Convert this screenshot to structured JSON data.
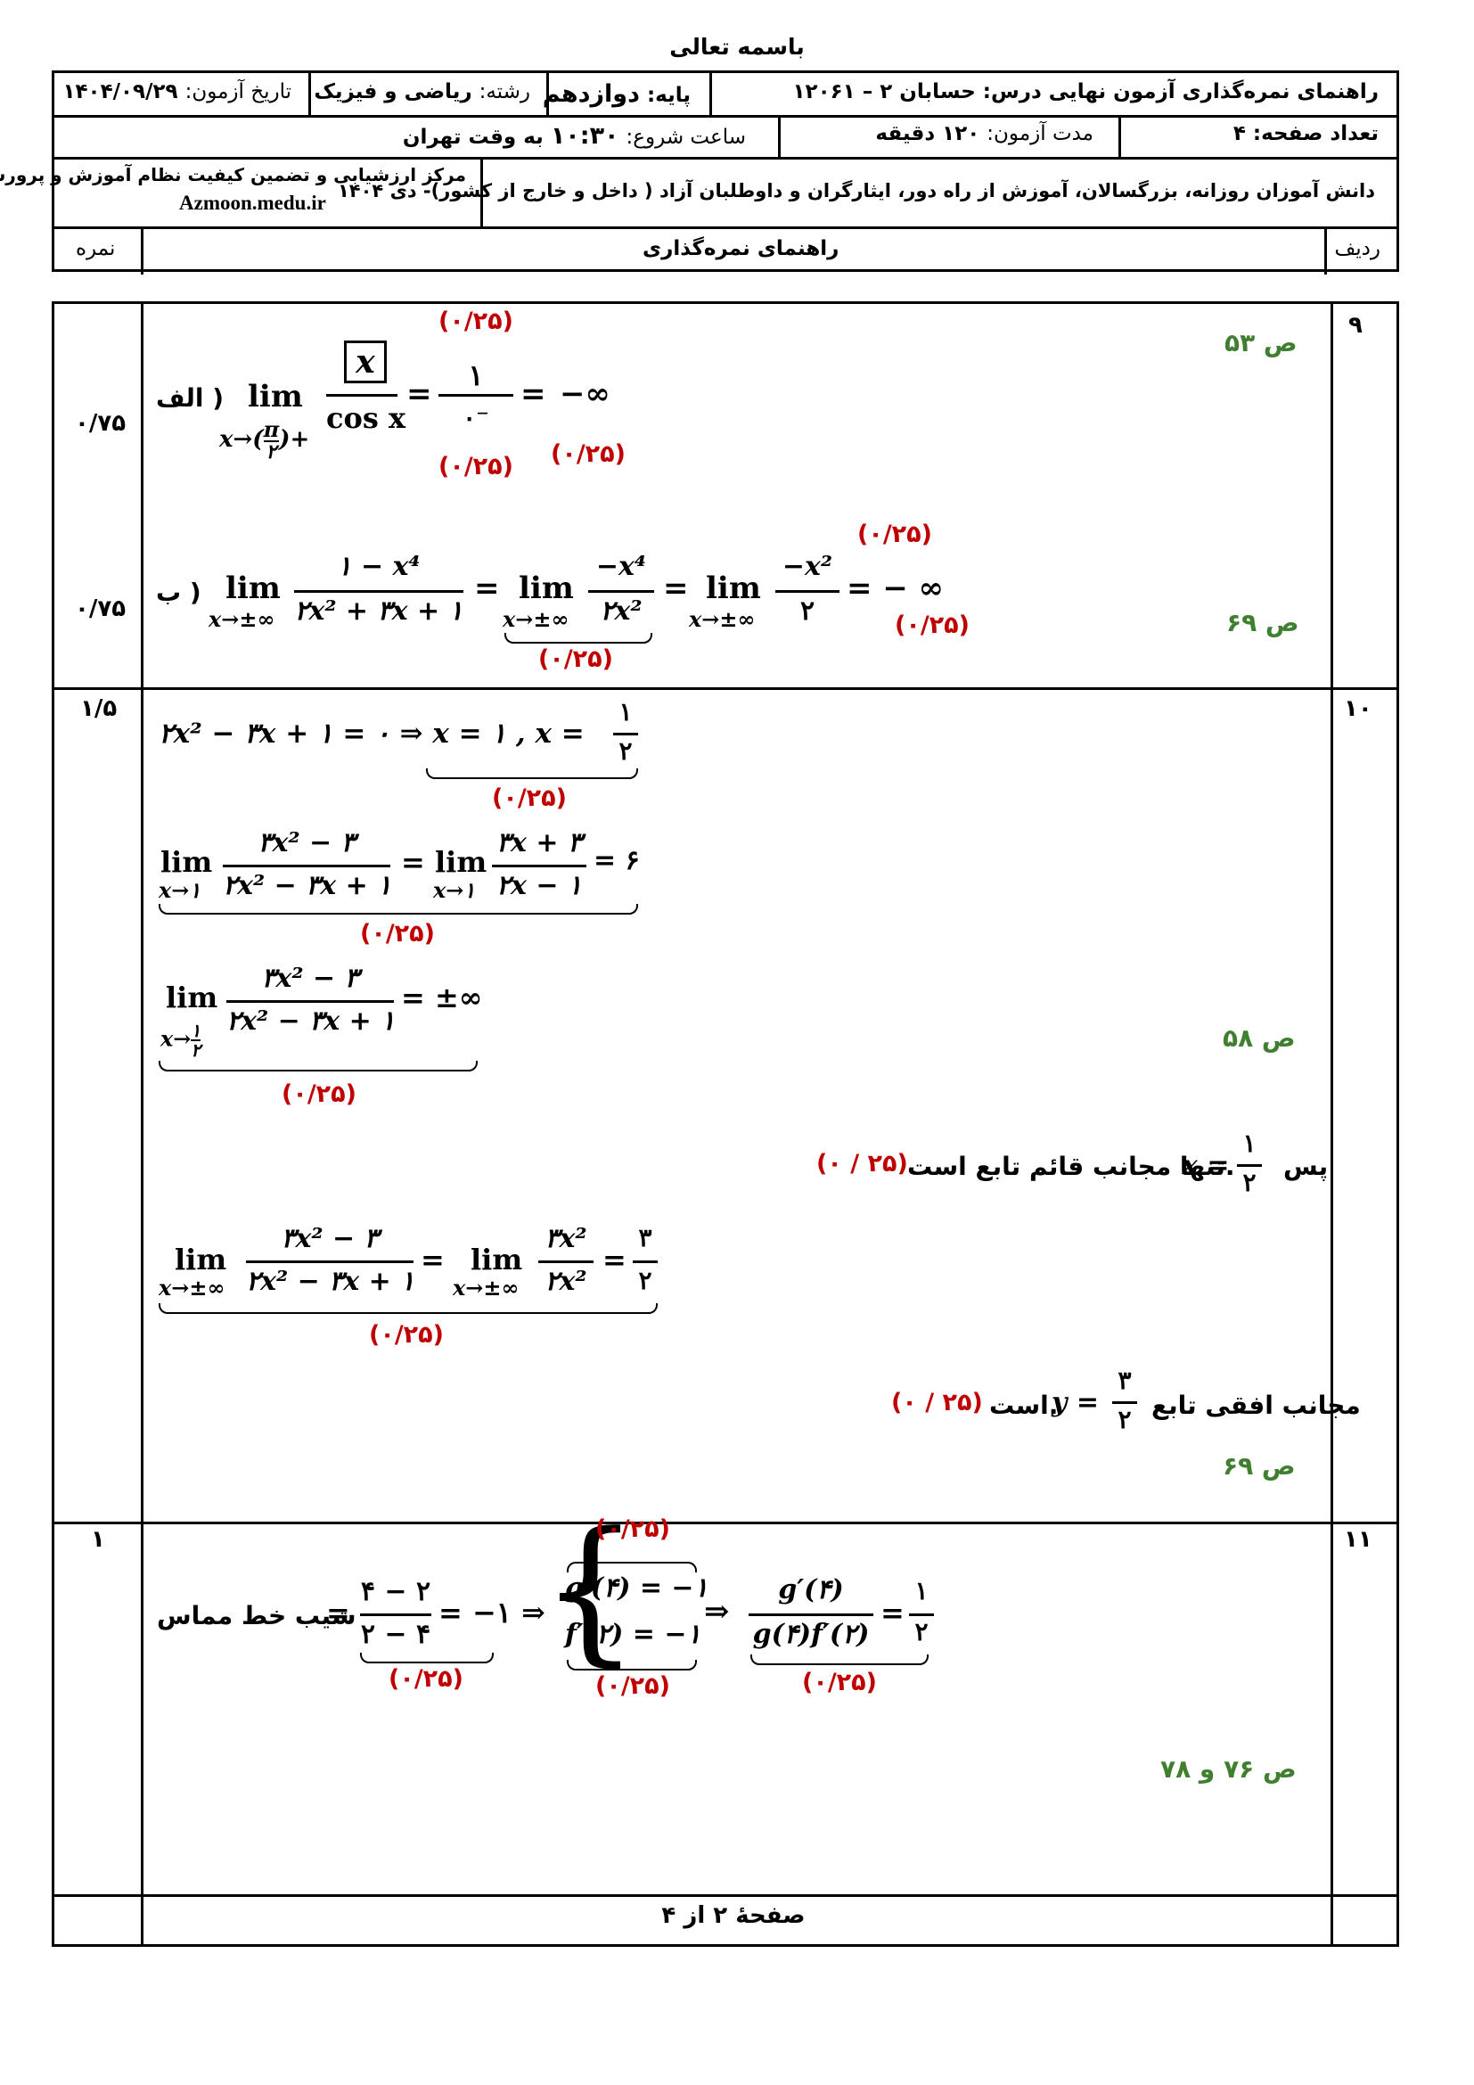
{
  "header": {
    "top_title": "باسمه تعالی",
    "r1": {
      "lesson": "راهنمای نمره‌گذاری آزمون نهایی درس: حسابان ۲ – ۱۲۰۶۱",
      "grade_label": "پایه:",
      "grade_value": "دوازدهم",
      "field_label": "رشته:",
      "field_value": "ریاضی و فیزیک",
      "date_label": "تاریخ آزمون:",
      "date_value": "۱۴۰۴/۰۹/۲۹"
    },
    "r2": {
      "pages": "تعداد صفحه: ۴",
      "duration_label": "مدت آزمون:",
      "duration_value": "۱۲۰  دقیقه",
      "start_label": "ساعت شروع:",
      "start_value": "۱۰:۳۰",
      "start_suffix": "به وقت تهران"
    },
    "r3": {
      "students": "دانش آموزان روزانه، بزرگسالان، آموزش از راه دور، ایثارگران و داوطلبان آزاد ( داخل و خارج از کشور)- دی ۱۴۰۴",
      "center": "مرکز ارزشیابی و تضمین کیفیت نظام آموزش و پرورش",
      "site": "Azmoon.medu.ir"
    },
    "r4": {
      "row": "ردیف",
      "guide": "راهنمای نمره‌گذاری",
      "score": "نمره"
    }
  },
  "q9": {
    "row": "۹",
    "a_label": "الف )",
    "a_score": "۰/۷۵",
    "a_ref": "ص ۵۳",
    "a_floor": "x",
    "a_cos": "cos x",
    "a_lim": "lim",
    "a_sub": "x→(",
    "a_pi": "π",
    "a_two": "۲",
    "a_plus": ")+",
    "a_one": "۱",
    "a_zero": "۰⁻",
    "a_eq1": "=",
    "a_eq2": "=",
    "a_res": "−∞",
    "a_p1": "(۰/۲۵)",
    "a_p2": "(۰/۲۵)",
    "a_p3": "(۰/۲۵)",
    "b_label": "ب )",
    "b_score": "۰/۷۵",
    "b_ref": "ص ۶۹",
    "b_lim": "lim",
    "b_sub": "x→±∞",
    "b_num1": "۱ − x⁴",
    "b_den1": "۲x² + ۳x + ۱",
    "b_num2": "−x⁴",
    "b_den2": "۲x²",
    "b_num3": "−x²",
    "b_den3": "۲",
    "b_eq": "=",
    "b_res": "= − ∞",
    "b_p1": "(۰/۲۵)",
    "b_p2": "(۰/۲۵)",
    "b_p3": "(۰/۲۵)"
  },
  "q10": {
    "row": "۱۰",
    "score": "۱/۵",
    "ref1": "ص ۵۸",
    "ref2": "ص ۶۹",
    "eq1": "۲x² − ۳x + ۱ = ۰ ⇒ x = ۱   ,   x =",
    "one": "۱",
    "two": "۲",
    "lim": "lim",
    "sub1": "x→۱",
    "sub2": "x→",
    "sub3": "x→±∞",
    "n1": "۳x² − ۳",
    "d1": "۲x² − ۳x + ۱",
    "n1b": "۳x + ۳",
    "d1b": "۲x − ۱",
    "r1": "= ۶",
    "r2": "= ±∞",
    "n3b": "۳x²",
    "d3b": "۲x²",
    "three": "۳",
    "eq": "=",
    "p1": "(۰/۲۵)",
    "p2": "(۰/۲۵)",
    "p3": "(۰/۲۵)",
    "p4": "(۰/۲۵)",
    "vert_pre": "پس",
    "vert_x": "x =",
    "vert_text": "تنها مجانب قائم تابع است.",
    "vert_p": "(۰ / ۲۵)",
    "hor_pre": "مجانب افقی تابع",
    "hor_y": "y =",
    "hor_text": "است.",
    "hor_p": "(۰ / ۲۵)"
  },
  "q11": {
    "row": "۱۱",
    "score": "۱",
    "ref": "ص ۷۶ و ۷۸",
    "slope_text": "شیب خط مماس",
    "eq": "=",
    "n": "۴ − ۲",
    "d": "۲ − ۴",
    "minus1": "= −۱ ⇒",
    "g": "g′(۴) = −۱",
    "f": "f′(۲) = −۱",
    "impl": "⇒",
    "n2": "g′(۴)",
    "d2": "g(۴)f′(۲)",
    "r_eq": "=",
    "half_n": "۱",
    "half_d": "۲",
    "p1": "(۰/۲۵)",
    "p2": "(۰/۲۵)",
    "p3": "(۰/۲۵)",
    "p4": "(۰/۲۵)"
  },
  "footer": "صفحهٔ ۲ از ۴"
}
